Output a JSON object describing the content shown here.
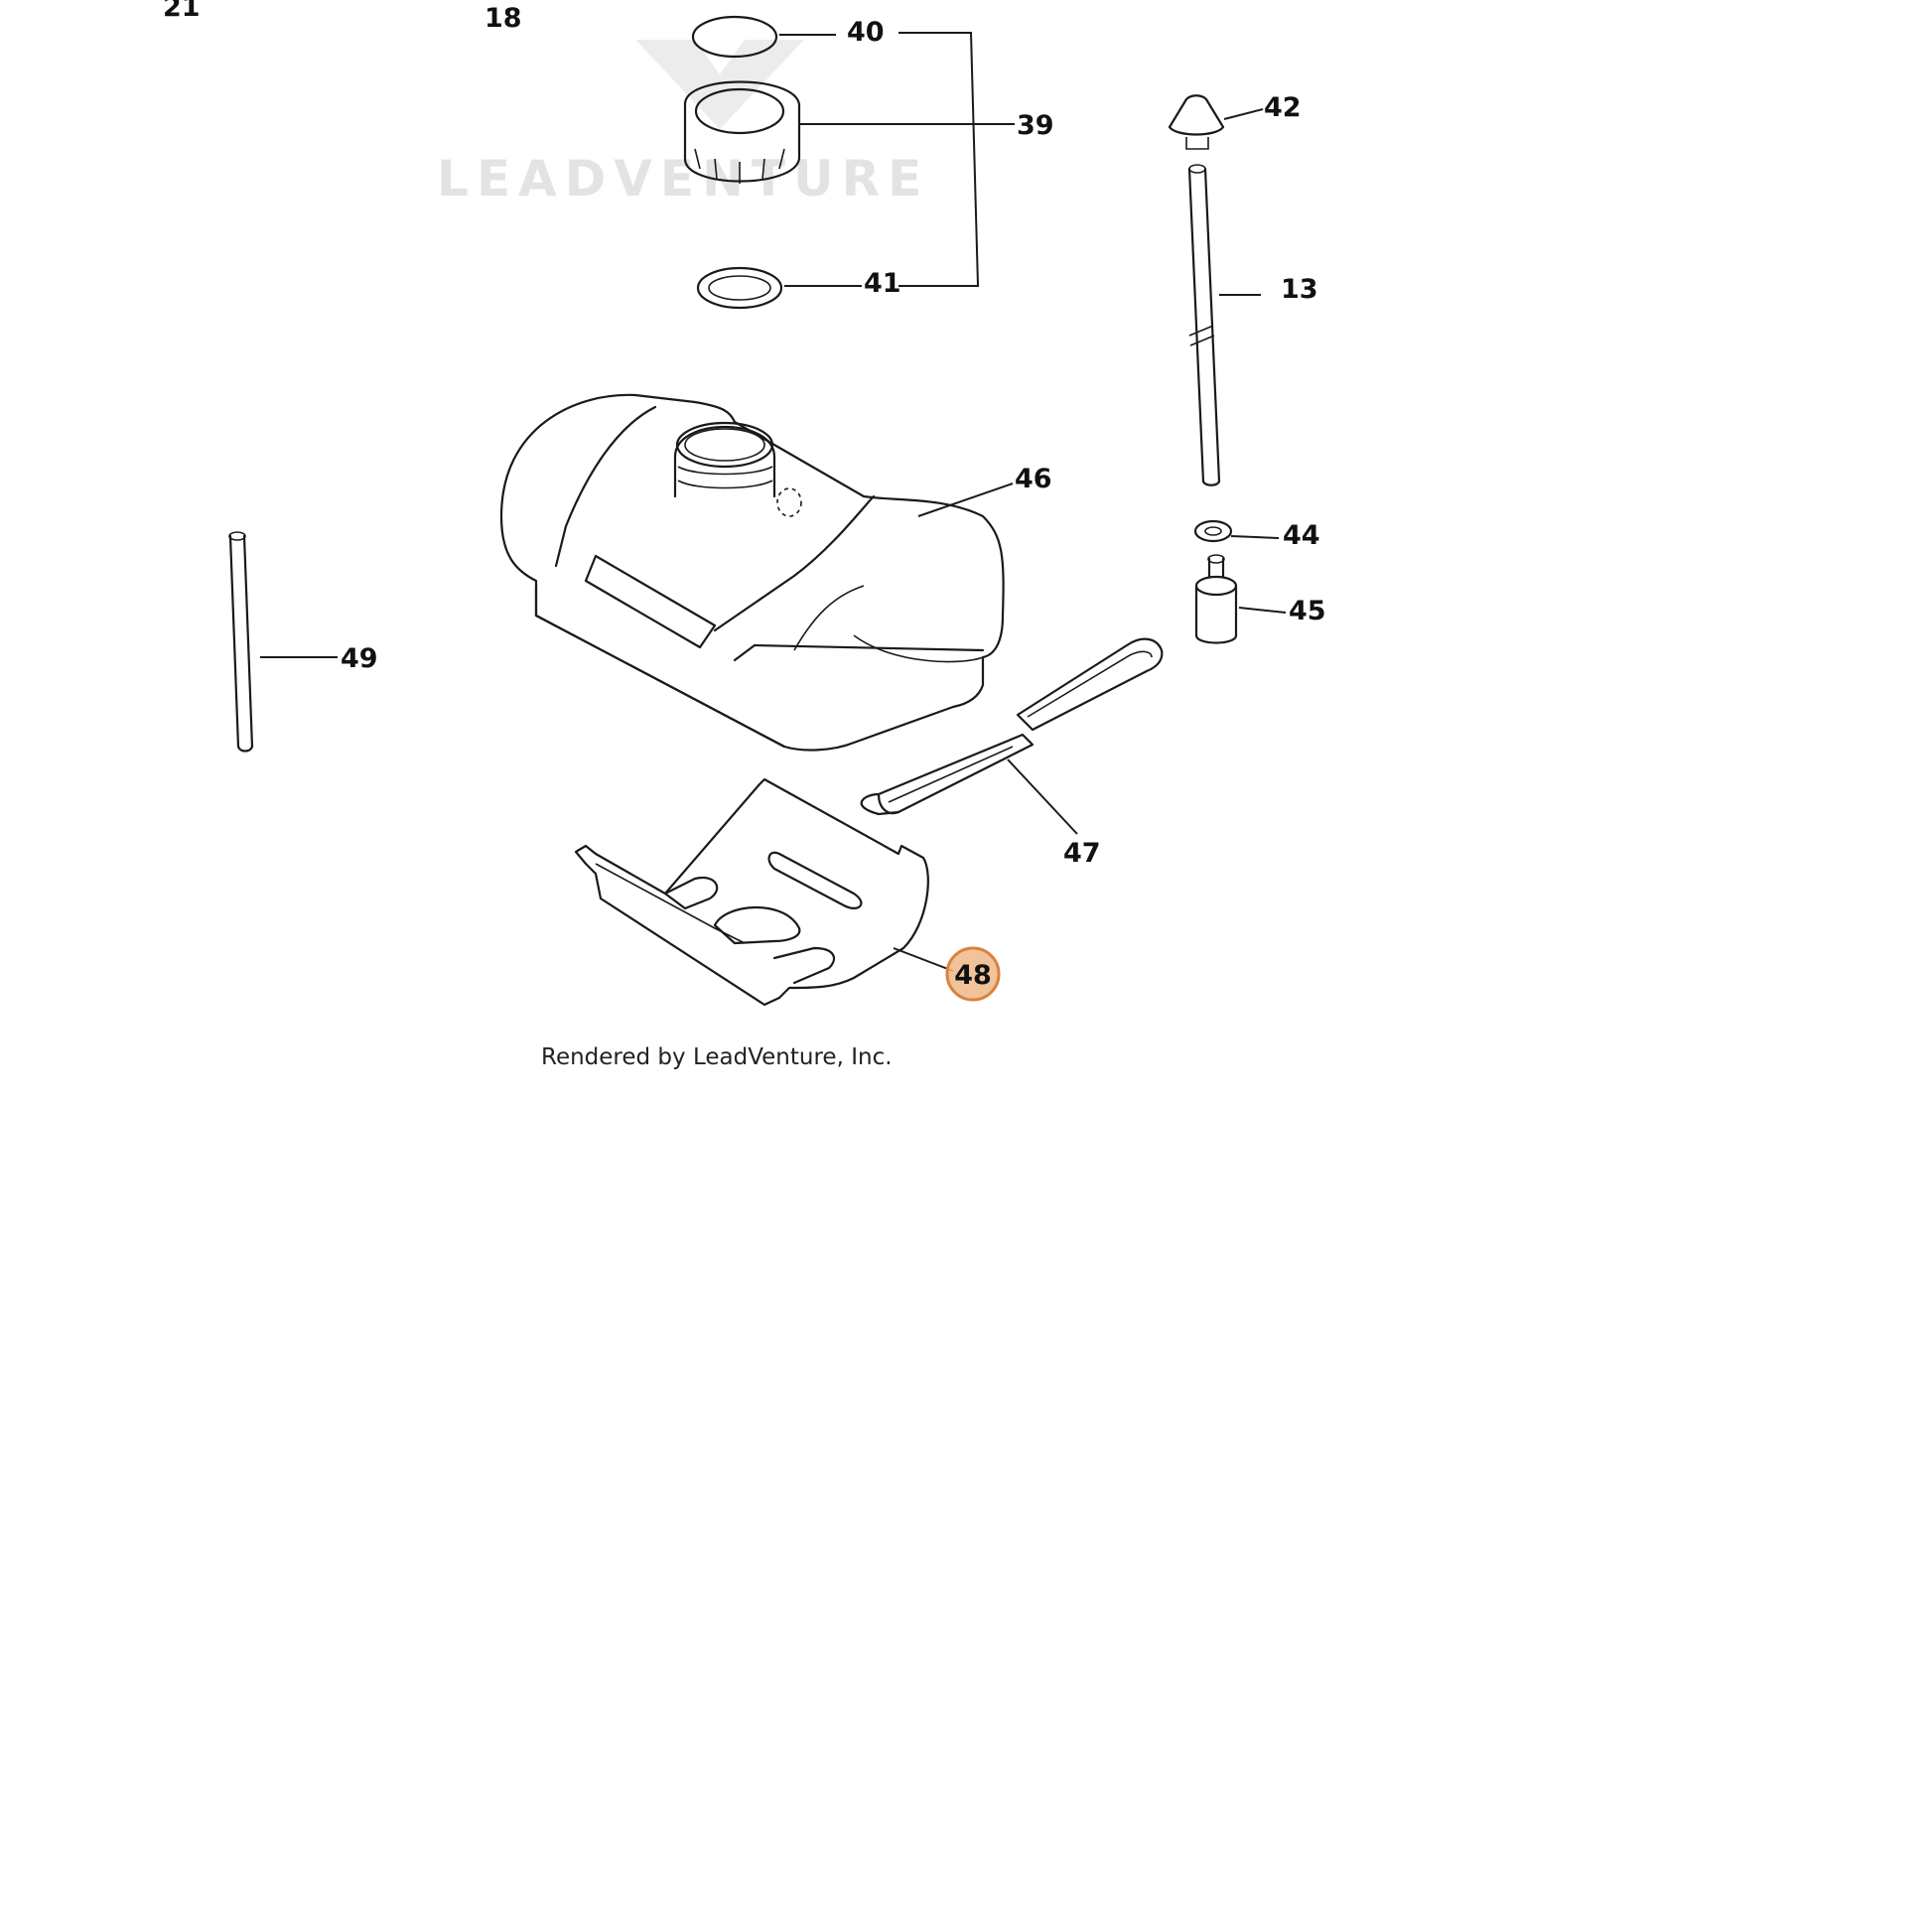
{
  "watermark": "LEADVENTURE",
  "credit": "Rendered by LeadVenture, Inc.",
  "callouts": {
    "c21": "21",
    "c18": "18",
    "c40": "40",
    "c39": "39",
    "c41": "41",
    "c42": "42",
    "c13": "13",
    "c46": "46",
    "c44": "44",
    "c45": "45",
    "c49": "49",
    "c47": "47",
    "c48": "48"
  },
  "highlight_color": "#f0b88a"
}
